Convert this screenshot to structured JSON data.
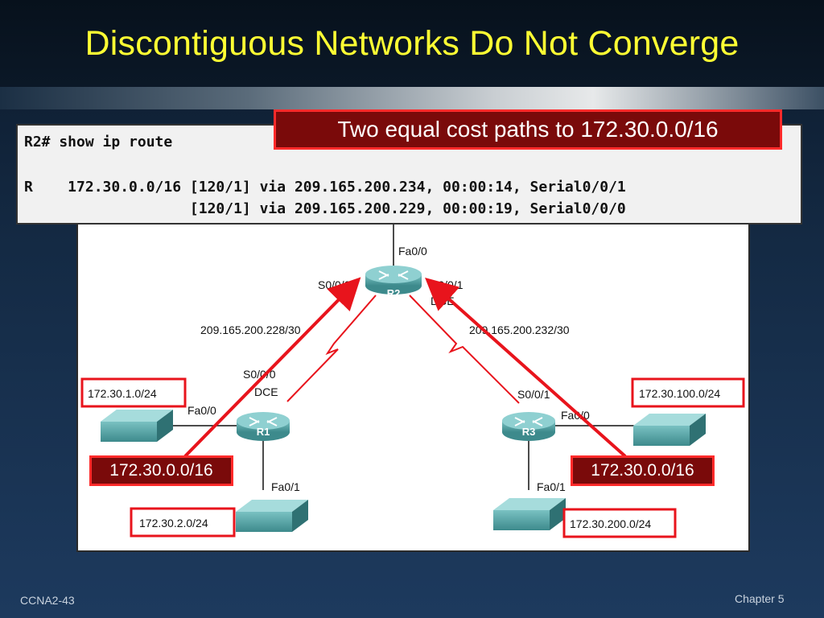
{
  "slide": {
    "title": "Discontiguous Networks Do Not Converge",
    "footer_left": "CCNA2-43",
    "footer_right": "Chapter 5"
  },
  "console": {
    "lines": [
      "R2# show ip route",
      "R    172.30.0.0/16 [120/1] via 209.165.200.234, 00:00:14, Serial0/0/1",
      "                   [120/1] via 209.165.200.229, 00:00:19, Serial0/0/0"
    ]
  },
  "callouts": {
    "top": "Two equal cost paths to 172.30.0.0/16",
    "left": "172.30.0.0/16",
    "right": "172.30.0.0/16"
  },
  "diagram": {
    "routers": {
      "r1": "R1",
      "r2": "R2",
      "r3": "R3"
    },
    "interfaces": {
      "r2_fa00": "Fa0/0",
      "r2_s000": "S0/0/0",
      "r2_s001": "S0/0/1",
      "r2_dce": "DCE",
      "r1_s000": "S0/0/0",
      "r1_dce": "DCE",
      "r1_fa00": "Fa0/0",
      "r1_fa01": "Fa0/1",
      "r3_s001": "S0/0/1",
      "r3_fa00": "Fa0/0",
      "r3_fa01": "Fa0/1"
    },
    "links": {
      "left": "209.165.200.228/30",
      "right": "209.165.200.232/30"
    },
    "networks": {
      "r1_lan1": "172.30.1.0/24",
      "r1_lan2": "172.30.2.0/24",
      "r3_lan1": "172.30.100.0/24",
      "r3_lan2": "172.30.200.0/24"
    },
    "colors": {
      "device": "#4e9ea0",
      "highlight": "#e8141c",
      "wan_link": "#e8141c"
    }
  }
}
